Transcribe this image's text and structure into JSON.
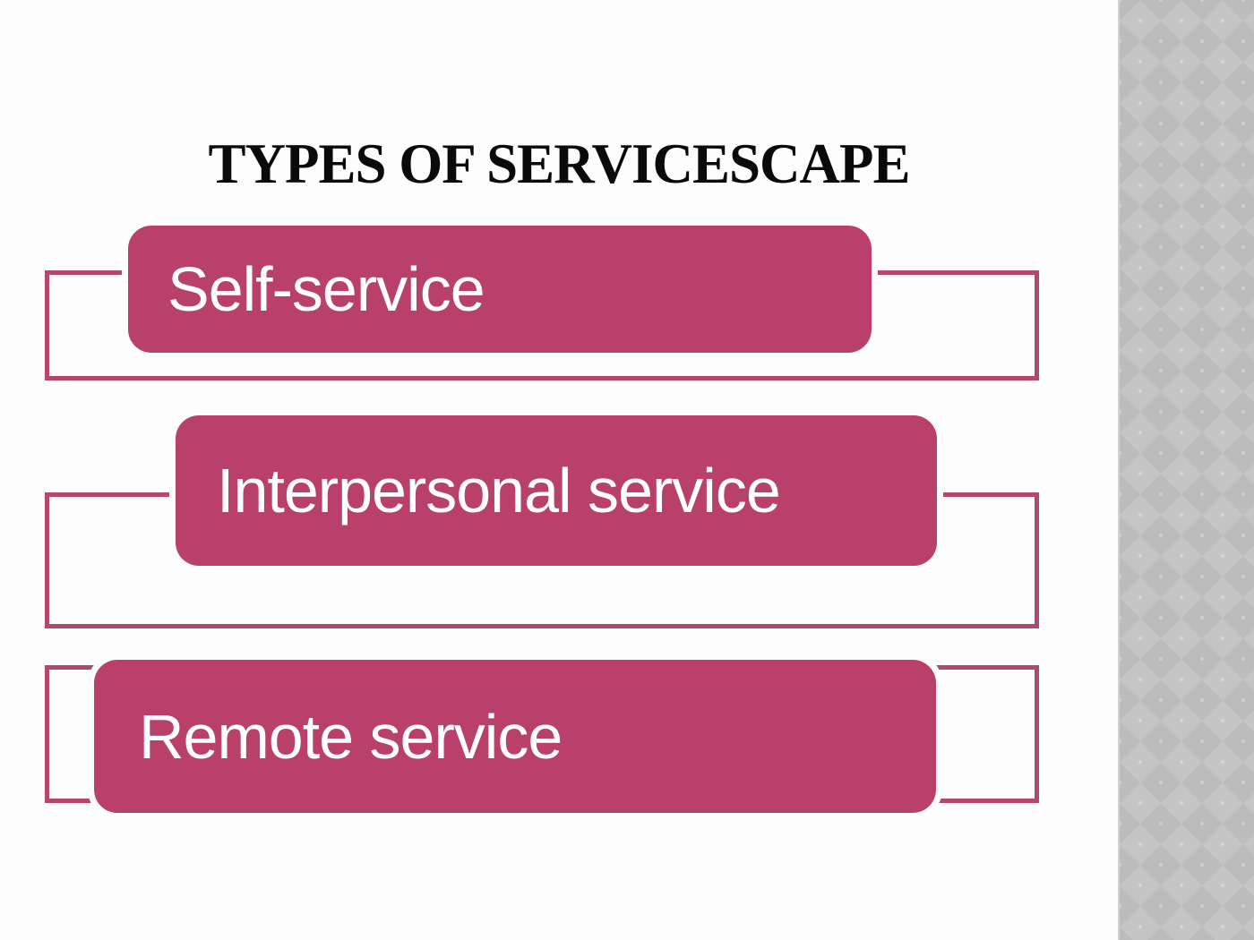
{
  "slide": {
    "title": "TYPES OF SERVICESCAPE",
    "items": [
      {
        "label": "Self-service"
      },
      {
        "label": "Interpersonal service"
      },
      {
        "label": "Remote service"
      }
    ],
    "colors": {
      "accent_fill": "#b8406a",
      "accent_border": "#b5466e",
      "label_text": "#ffffff",
      "title_text": "#0a0a0a",
      "background": "#fdfdfe",
      "sidebar_light_gray": "#c5c5c6",
      "sidebar_dark_gray": "#bcbcbd"
    }
  }
}
